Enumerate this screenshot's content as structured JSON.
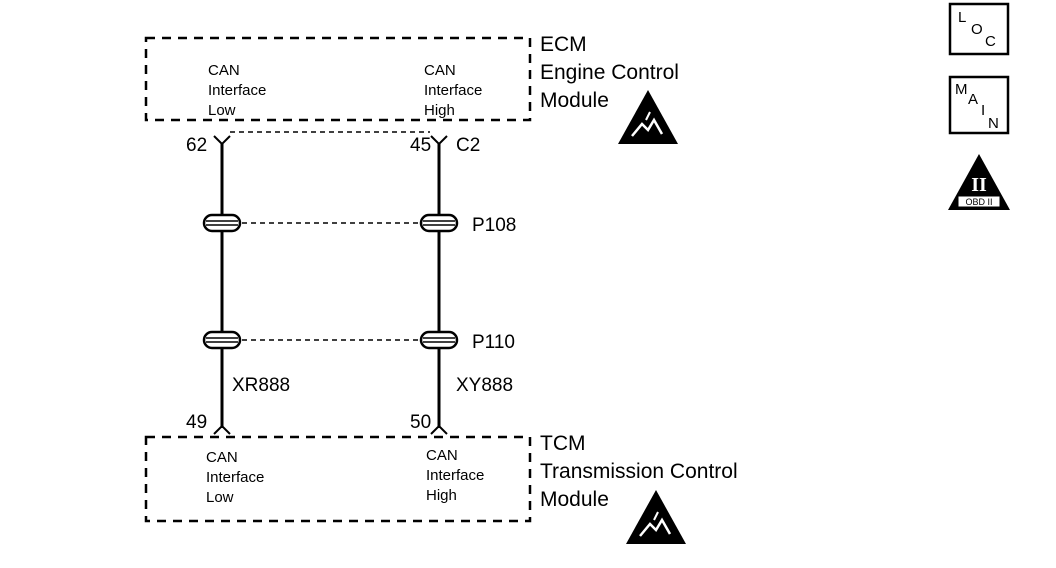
{
  "ecm": {
    "name": "ECM",
    "desc_line1": "Engine Control",
    "desc_line2": "Module",
    "can_low": {
      "line1": "CAN",
      "line2": "Interface",
      "line3": "Low"
    },
    "can_high": {
      "line1": "CAN",
      "line2": "Interface",
      "line3": "High"
    },
    "pin_low": "62",
    "pin_high": "45",
    "connector": "C2"
  },
  "tcm": {
    "name": "TCM",
    "desc_line1": "Transmission Control",
    "desc_line2": "Module",
    "can_low": {
      "line1": "CAN",
      "line2": "Interface",
      "line3": "Low"
    },
    "can_high": {
      "line1": "CAN",
      "line2": "Interface",
      "line3": "High"
    },
    "pin_low": "49",
    "pin_high": "50"
  },
  "connectors": {
    "upper": "P108",
    "lower": "P110"
  },
  "wires": {
    "low": "XR888",
    "high": "XY888"
  },
  "side_icons": {
    "loc": {
      "l1": "L",
      "l2": "O",
      "l3": "C"
    },
    "main": {
      "l1": "M",
      "l2": "A",
      "l3": "I",
      "l4": "N"
    },
    "obd": {
      "numeral": "II",
      "text": "OBD II"
    }
  },
  "icons": {
    "esd_top": "esd-warning-icon",
    "esd_bottom": "esd-warning-icon",
    "loc": "loc-icon",
    "main": "main-icon",
    "obd": "obd-ii-icon"
  }
}
